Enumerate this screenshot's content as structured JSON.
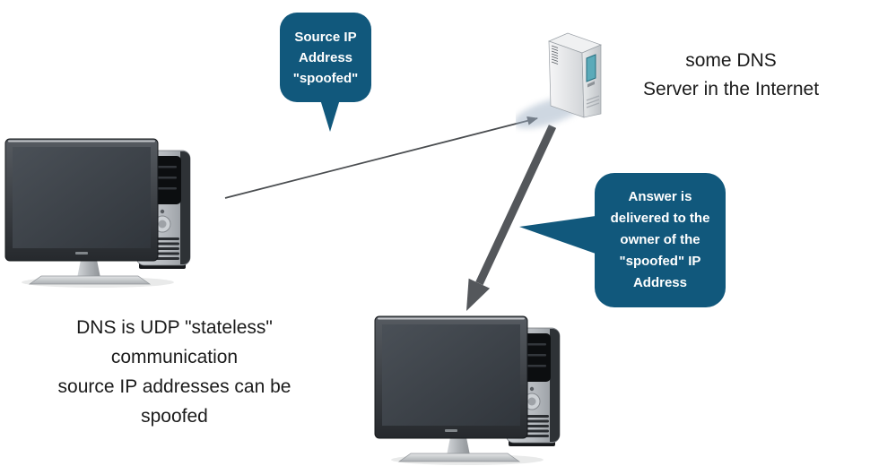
{
  "colors": {
    "accent": "#11587c",
    "arrow": "#54575b",
    "thin_arrow": "#4a4d50",
    "text": "#1b1b1b",
    "background": "#ffffff"
  },
  "callouts": {
    "source_spoofed": "Source IP\nAddress\n\"spoofed\"",
    "answer_delivered": "Answer is\ndelivered to the\nowner of the\n\"spoofed\" IP\nAddress"
  },
  "labels": {
    "dns_server": "some DNS\nServer in the Internet",
    "note": "DNS is UDP \"stateless\"\ncommunication\nsource IP addresses can be\nspoofed"
  },
  "icons": {
    "dns_server": "server-tower-icon",
    "client_computer": "desktop-computer-icon",
    "victim_computer": "desktop-computer-icon",
    "query_arrow": "thin-arrow-icon",
    "answer_arrow": "thick-arrow-icon"
  }
}
